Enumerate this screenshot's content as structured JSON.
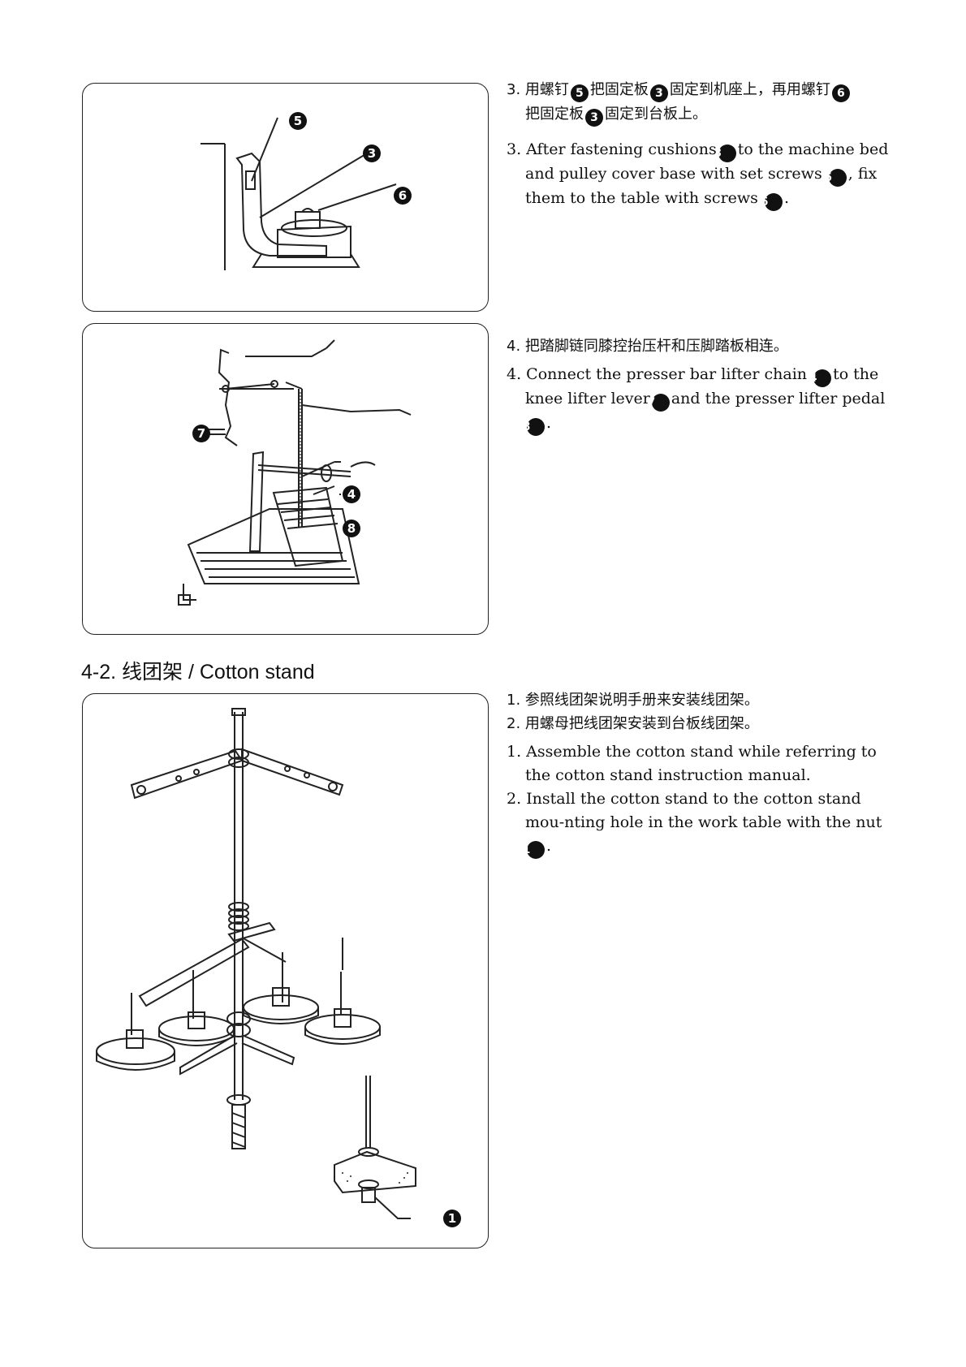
{
  "step3": {
    "zh_line1_a": "3. 用螺钉",
    "zh_line1_b": "把固定板",
    "zh_line1_c": "固定到机座上，再用螺钉",
    "zh_line2_a": "把固定板",
    "zh_line2_b": "固定到台板上。",
    "en_a": "3. After fastening cushions",
    "en_b": "to the machine bed and pulley cover base with set screws",
    "en_c": ", fix them to the table with screws",
    "en_d": "."
  },
  "step4": {
    "zh": "4. 把踏脚链同膝控抬压杆和压脚踏板相连。",
    "en_a": "4. Connect the presser bar lifter chain",
    "en_b": "to the knee lifter lever",
    "en_c": "and  the presser lifter pedal",
    "en_d": "."
  },
  "section": {
    "title": "4-2. 线团架 / Cotton stand"
  },
  "cotton": {
    "zh1": "1.  参照线团架说明手册来安装线团架。",
    "zh2": "2.  用螺母把线团架安装到台板线团架。",
    "en1": "1. Assemble the cotton stand while referring to the cotton stand instruction manual.",
    "en2_a": "2. Install the cotton stand to the cotton stand mou-nting hole in the work table with the nut",
    "en2_b": "."
  },
  "callouts": {
    "n1": "1",
    "n3": "3",
    "n4": "4",
    "n5": "5",
    "n6": "6",
    "n7": "7",
    "n8": "8"
  }
}
